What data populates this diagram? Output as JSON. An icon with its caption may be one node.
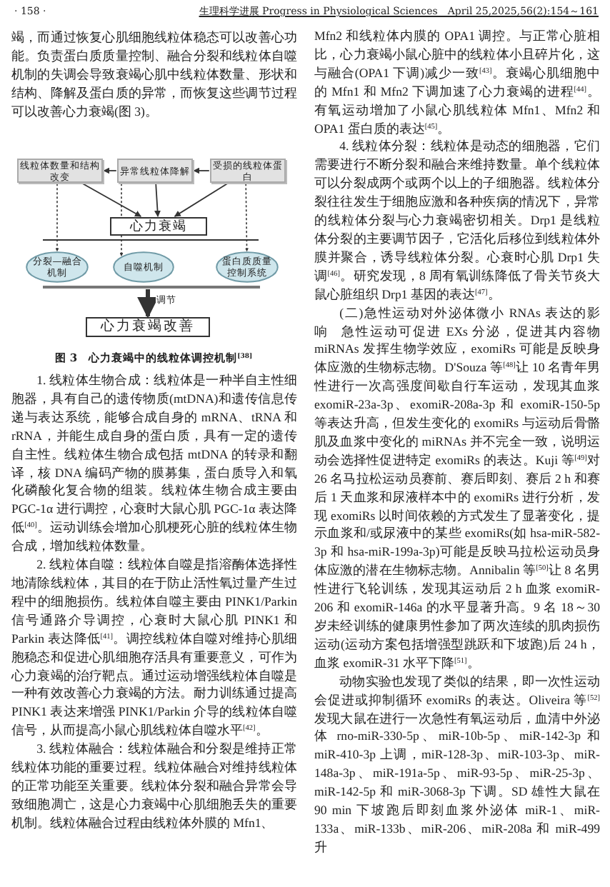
{
  "diagram": {
    "caption": "图 3　心力衰竭中的线粒体调控机制$^{[38]}$",
    "nodes": [
      {
        "text": [
          "线粒体数量和结构改变"
        ]
      },
      {
        "text": [
          "异常线粒体降解"
        ]
      },
      {
        "text": [
          "受损的线粒体蛋白"
        ]
      },
      {
        "text": [
          "心力衰竭"
        ]
      },
      {
        "text": [
          "分裂—融合机制"
        ]
      },
      {
        "text": [
          "自噬机制"
        ]
      },
      {
        "text": [
          "蛋白质质量控制系统"
        ]
      },
      {
        "text": [],
        "shape": "bar"
      },
      {
        "text": [
          "心力衰竭改善"
        ]
      }
    ],
    "edges": [
      {
        "from": 1,
        "to": 0,
        "arrow": "to"
      },
      {
        "from": 2,
        "to": 1,
        "arrow": "to"
      },
      {
        "from": 0,
        "to": 3,
        "arrow": "to"
      },
      {
        "from": 1,
        "to": 3,
        "arrow": "to"
      },
      {
        "from": 2,
        "to": 3,
        "arrow": "to"
      },
      {
        "from": 0,
        "to": 4,
        "arrow": "to",
        "style": "dashed"
      },
      {
        "from": 1,
        "to": 5,
        "arrow": "to",
        "style": "dashed"
      },
      {
        "from": 2,
        "to": 6,
        "arrow": "to",
        "style": "dashed"
      },
      {
        "from": 7,
        "to": 8,
        "arrow": "to",
        "style": "thick",
        "label": "调节"
      }
    ],
    "labels": [
      "· 158 ·",
      "生理科学进展 Progress in Physiological Sciences　April 25,2025,56(2):154～161",
      "竭，而通过恢复心肌细胞线粒体稳态可以改善心功能。负责蛋白质质量控制、融合分裂和线粒体自噬机制的失调会导致衰竭心肌中线粒体数量、形状和结构、降解及蛋白质的异常，而恢复这些调节过程可以改善心力衰竭(图 3)。",
      "1. 线粒体生物合成：线粒体是一种半自主性细胞器，具有自己的遗传物质(mtDNA)和遗传信息传递与表达系统，能够合成自身的 mRNA、tRNA 和 rRNA，并能生成自身的蛋白质，具有一定的遗传自主性。线粒体生物合成包括 mtDNA 的转录和翻译，核 DNA 编码产物的膜募集，蛋白质导入和氧化磷酸化复合物的组装。线粒体生物合成主要由 PGC-1α 进行调控，心衰时大鼠心肌 PGC-1α 表达降低$^{[40]}$。运动训练会增加心肌梗死心脏的线粒体生物合成，增加线粒体数量。",
      "2. 线粒体自噬：线粒体自噬是指溶酶体选择性地清除线粒体，其目的在于防止活性氧过量产生过程中的细胞损伤。线粒体自噬主要由 PINK1/Parkin 信号通路介导调控，心衰时大鼠心肌 PINK1 和 Parkin 表达降低$^{[41]}$。调控线粒体自噬对维持心肌细胞稳态和促进心肌细胞存活具有重要意义，可作为心力衰竭的治疗靶点。通过运动增强线粒体自噬是一种有效改善心力衰竭的方法。耐力训练通过提高 PINK1 表达来增强 PINK1/Parkin 介导的线粒体自噬信号，从而提高小鼠心肌线粒体自噬水平$^{[42]}$。",
      "3. 线粒体融合：线粒体融合和分裂是维持正常线粒体功能的重要过程。线粒体融合对维持线粒体的正常功能至关重要。线粒体分裂和融合异常会导致细胞凋亡，这是心力衰竭中心肌细胞丢失的重要机制。线粒体融合过程由线粒体外膜的 Mfn1、",
      "Mfn2 和线粒体内膜的 OPA1 调控。与正常心脏相比，心力衰竭小鼠心脏中的线粒体小且碎片化，这与融合(OPA1 下调)减少一致$^{[43]}$。衰竭心肌细胞中的 Mfn1 和 Mfn2 下调加速了心力衰竭的进程$^{[44]}$。有氧运动增加了小鼠心肌线粒体 Mfn1、Mfn2 和 OPA1 蛋白质的表达$^{[45]}$。",
      "4. 线粒体分裂：线粒体是动态的细胞器，它们需要进行不断分裂和融合来维持数量。单个线粒体可以分裂成两个或两个以上的子细胞器。线粒体分裂往往发生于细胞应激和各种疾病的情况下，异常的线粒体分裂与心力衰竭密切相关。Drp1 是线粒体分裂的主要调节因子，它活化后移位到线粒体外膜并聚合，诱导线粒体分裂。心衰时心肌 Drp1 失调$^{[46]}$。研究发现，8 周有氧训练降低了骨关节炎大鼠心脏组织 Drp1 基因的表达$^{[47]}$。",
      "(二)急性运动对外泌体微小 RNAs 表达的影响",
      "急性运动可促进 EXs 分泌，促进其内容物 miRNAs 发挥生物学效应，exomiRs 可能是反映身体应激的生物标志物。D'Souza 等$^{[48]}$让 10 名青年男性进行一次高强度间歇自行车运动，发现其血浆 exomiR-23a-3p、exomiR-208a-3p 和 exomiR-150-5p 等表达升高，但发生变化的 exomiRs 与运动后骨骼肌及血浆中变化的 miRNAs 并不完全一致，说明运动会选择性促进特定 exomiRs 的表达。Kuji 等$^{[49]}$对 26 名马拉松运动员赛前、赛后即刻、赛后 2 h 和赛后 1 天血浆和尿液样本中的 exomiRs 进行分析，发现 exomiRs 以时间依赖的方式发生了显著变化，提示血浆和/或尿液中的某些 exomiRs(如 hsa-miR-582-3p 和 hsa-miR-199a-3p)可能是反映马拉松运动员身体应激的潜在生物标志物。Annibalin 等$^{[50]}$让 8 名男性进行飞轮训练，发现其运动后 2 h 血浆 exomiR-206 和 exomiR-146a 的水平显著升高。9 名 18～30 岁未经训练的健康男性参加了两次连续的肌肉损伤运动(运动方案包括增强型跳跃和下坡跑)后 24 h，血浆 exomiR-31 水平下降$^{[51]}$。",
      "动物实验也发现了类似的结果，即一次性运动会促进或抑制循环 exomiRs 的表达。Oliveira 等$^{[52]}$发现大鼠在进行一次急性有氧运动后，血清中外泌体 rno-miR-330-5p、miR-10b-5p、miR-142-3p 和 miR-410-3p 上调，miR-128-3p、miR-103-3p、miR-148a-3p、miR-191a-5p、miR-93-5p、miR-25-3p、miR-142-5p 和 miR-3068-3p 下调。SD 雄性大鼠在 90 min 下坡跑后即刻血浆外泌体 miR-1、miR-133a、miR-133b、miR-206、miR-208a 和 miR-499 升"
    ]
  }
}
